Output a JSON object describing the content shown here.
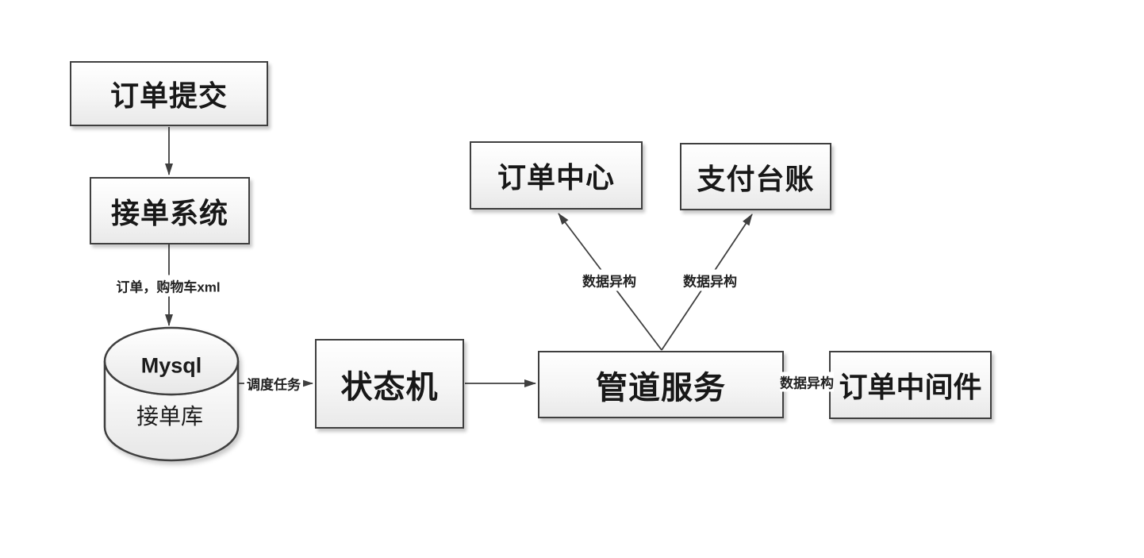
{
  "diagram": {
    "title": "order-pipeline-architecture",
    "nodes": {
      "order_submit": {
        "label": "订单提交"
      },
      "order_system": {
        "label": "接单系统"
      },
      "database": {
        "title": "Mysql",
        "subtitle": "接单库"
      },
      "state_machine": {
        "label": "状态机"
      },
      "pipeline_service": {
        "label": "管道服务"
      },
      "order_center": {
        "label": "订单中心"
      },
      "payment_ledger": {
        "label": "支付台账"
      },
      "order_middleware": {
        "label": "订单中间件"
      }
    },
    "edge_labels": {
      "order_cart_xml": "订单，购物车xml",
      "schedule_task": "调度任务",
      "data_hetero_left": "数据异构",
      "data_hetero_right": "数据异构",
      "data_hetero_mid": "数据异构"
    },
    "colors": {
      "background": "#ffffff",
      "node_border": "#3f3f3f",
      "node_fill_top": "#ffffff",
      "node_fill_bottom": "#e9e9e9",
      "line": "#3f3f3f",
      "text": "#181818"
    }
  }
}
